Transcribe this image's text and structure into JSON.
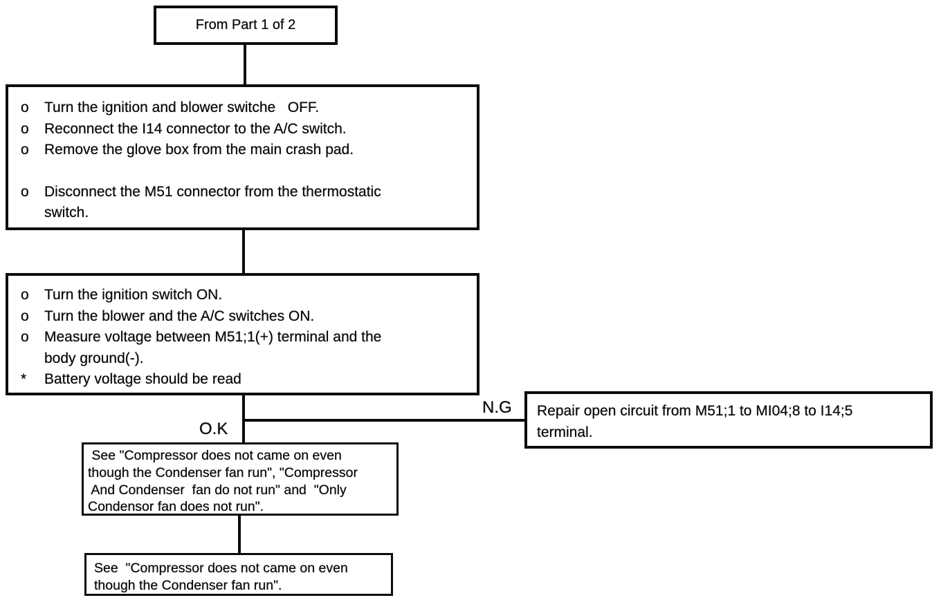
{
  "flowchart": {
    "start": {
      "label": "From Part 1 of 2"
    },
    "step1": {
      "items": [
        {
          "bullet": "o",
          "text": "Turn the ignition and blower switche   OFF."
        },
        {
          "bullet": "o",
          "text": "Reconnect the I14 connector to the A/C switch."
        },
        {
          "bullet": "o",
          "text": "Remove the glove box from the main crash pad."
        },
        {
          "bullet": "o",
          "text": "Disconnect the M51 connector from the thermostatic\nswitch."
        }
      ]
    },
    "step2": {
      "items": [
        {
          "bullet": "o",
          "text": "Turn the ignition switch ON."
        },
        {
          "bullet": "o",
          "text": "Turn the blower and the A/C switches ON."
        },
        {
          "bullet": "o",
          "text": "Measure voltage between M51;1(+) terminal and the\nbody ground(-)."
        },
        {
          "bullet": "*",
          "text": "Battery voltage should be read"
        }
      ]
    },
    "branches": {
      "ok_label": "O.K",
      "ng_label": "N.G"
    },
    "ng_action": {
      "text": "Repair open circuit from M51;1 to MI04;8 to I14;5\nterminal."
    },
    "ok_reference": {
      "text": " See \"Compressor does not came on even\nthough the Condenser fan run\", \"Compressor\n And Condenser  fan do not run\" and  \"Only\nCondensor fan does not run\"."
    },
    "final_reference": {
      "text": "See  \"Compressor does not came on even\nthough the Condenser fan run\"."
    },
    "colors": {
      "ink": "#0b0b0b",
      "paper": "#ffffff"
    }
  }
}
